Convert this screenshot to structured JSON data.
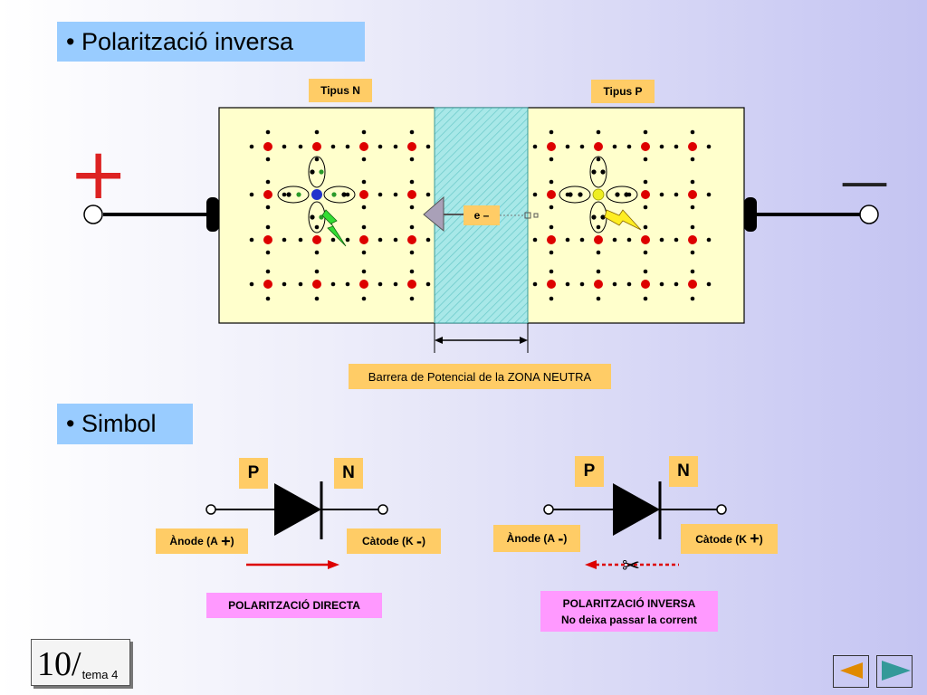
{
  "headings": {
    "reverse": "• Polarització inversa",
    "symbol": "• Simbol"
  },
  "crystal": {
    "n_label": "Tipus N",
    "p_label": "Tipus P",
    "electron": "e –",
    "neutral_zone": "Barrera de Potencial de la ZONA NEUTRA",
    "plus_sign": "+",
    "minus_sign": "—"
  },
  "diode_direct": {
    "p": "P",
    "n": "N",
    "anode": "Ànode (A",
    "anode_sign": "+",
    "anode_close": ")",
    "cathode": "Càtode (K",
    "cathode_sign": "-",
    "cathode_close": ")",
    "caption": "POLARITZACIÓ DIRECTA"
  },
  "diode_reverse": {
    "p": "P",
    "n": "N",
    "anode": "Ànode (A",
    "anode_sign": "-",
    "anode_close": ")",
    "cathode": "Càtode (K",
    "cathode_sign": "+",
    "cathode_close": ")",
    "caption_1": "POLARITZACIÓ INVERSA",
    "caption_2": "No deixa passar la corrent",
    "scissors": "✂"
  },
  "page": {
    "number": "10/",
    "subtitle": "tema 4"
  },
  "nav": {
    "prev": "triangle-left-icon",
    "next": "triangle-right-icon"
  },
  "colors": {
    "heading": "#99ccff",
    "label": "#ffcc66",
    "caption": "#ff99ff",
    "atom": "#dd0000",
    "depletion": "#a8e8e8",
    "crystal": "#ffffcc"
  }
}
